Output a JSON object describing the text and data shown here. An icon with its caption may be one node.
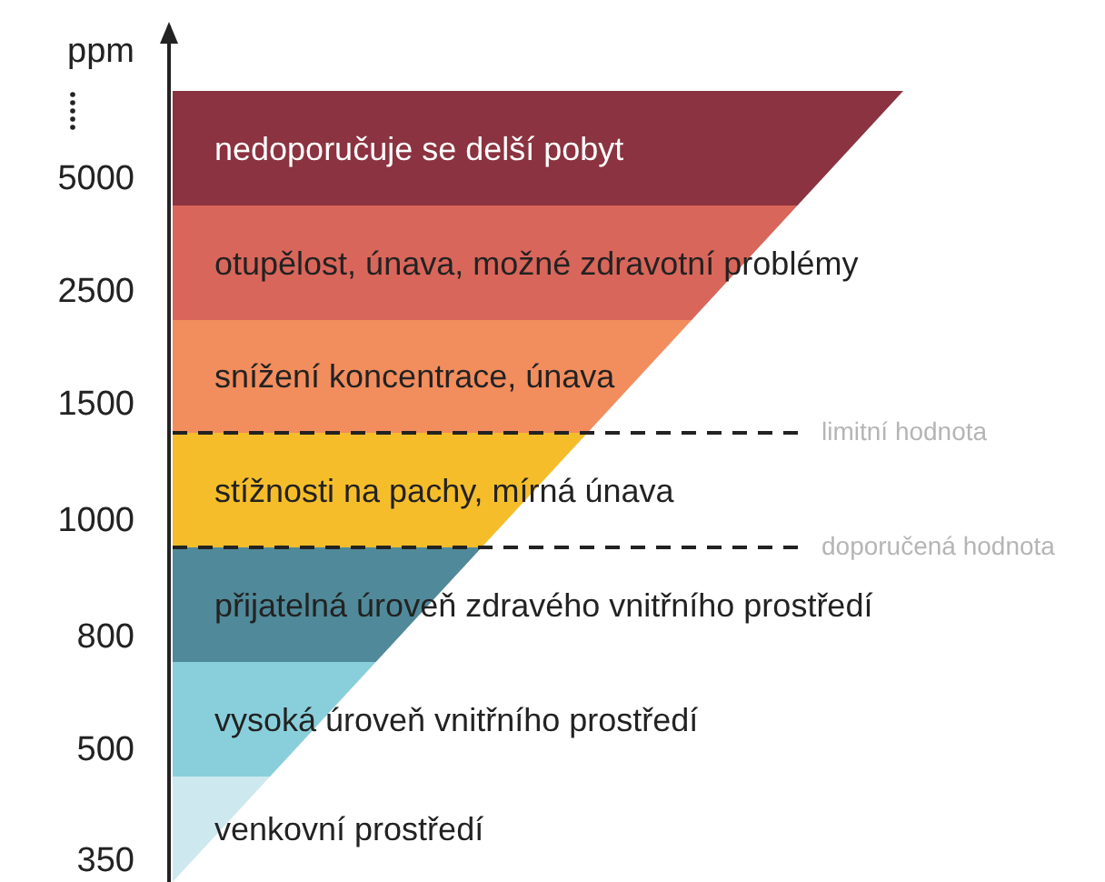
{
  "diagram": {
    "nodes": [
      {
        "text": [
          "nedoporučuje se delší pobyt"
        ]
      },
      {
        "text": [
          "otupělost, únava, možné zdravotní problémy"
        ]
      },
      {
        "text": [
          "snížení koncentrace, únava"
        ]
      },
      {
        "text": [
          "stížnosti na pachy, mírná únava"
        ]
      },
      {
        "text": [
          "přijatelná úroveň zdravého vnitřního prostředí"
        ]
      },
      {
        "text": [
          "vysoká úroveň vnitřního prostředí"
        ]
      },
      {
        "text": [
          "venkovní prostředí"
        ]
      }
    ],
    "edges": [],
    "labels": [
      "ppm",
      "5000",
      "2500",
      "1500",
      "limitní hodnota",
      "1000",
      "doporučená hodnota",
      "800",
      "500",
      "350"
    ]
  }
}
